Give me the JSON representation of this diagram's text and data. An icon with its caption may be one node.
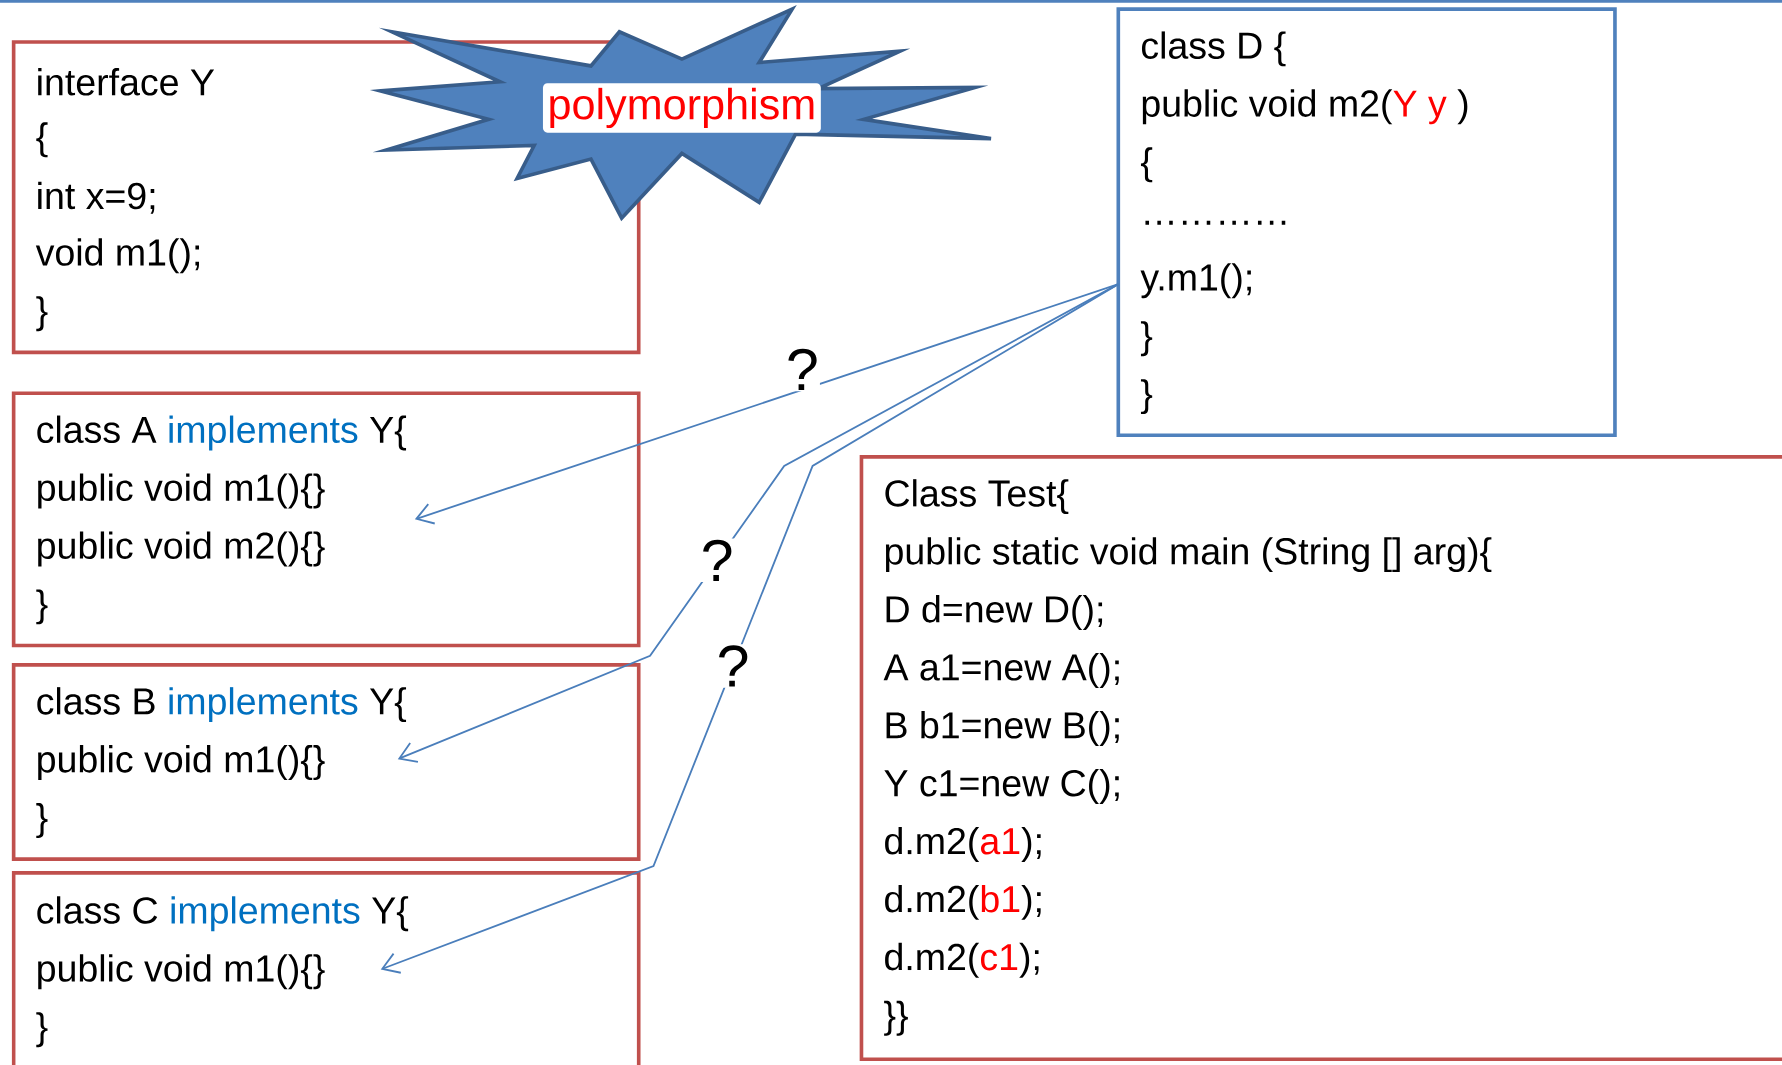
{
  "diagram": {
    "nodes": [
      {
        "text": [
          "interface Y",
          "{",
          "int x=9;",
          "void m1();",
          "}"
        ]
      },
      {
        "text": [
          "polymorphism"
        ]
      },
      {
        "text": [
          "class D {",
          "public void m2(",
          "Y y",
          ")",
          "{",
          "…………",
          "y.m1();",
          "}",
          "}"
        ]
      },
      {
        "text": [
          "class A",
          "implements",
          "Y{",
          "public void m1(){}",
          "public void m2(){}",
          "}"
        ]
      },
      {
        "text": [
          "class B",
          "implements",
          "Y{",
          "public void m1(){}",
          "}"
        ]
      },
      {
        "text": [
          "class C",
          "implements",
          "Y{",
          "public void m1(){}",
          "}"
        ]
      },
      {
        "text": [
          "Class Test{",
          "public static void main (String [] arg){",
          "D d=new D();",
          "A a1=new A();",
          "B b1=new B();",
          "Y c1=new C();",
          "d.m2(",
          "a1",
          ");",
          "d.m2(",
          "b1",
          ");",
          "d.m2(",
          "c1",
          ");",
          "}}"
        ]
      }
    ],
    "edges": [
      {
        "from": 2,
        "to": 3,
        "arrow": "to",
        "label": "?"
      },
      {
        "from": 2,
        "to": 4,
        "arrow": "to",
        "label": "?"
      },
      {
        "from": 2,
        "to": 5,
        "arrow": "to",
        "label": "?"
      }
    ]
  }
}
